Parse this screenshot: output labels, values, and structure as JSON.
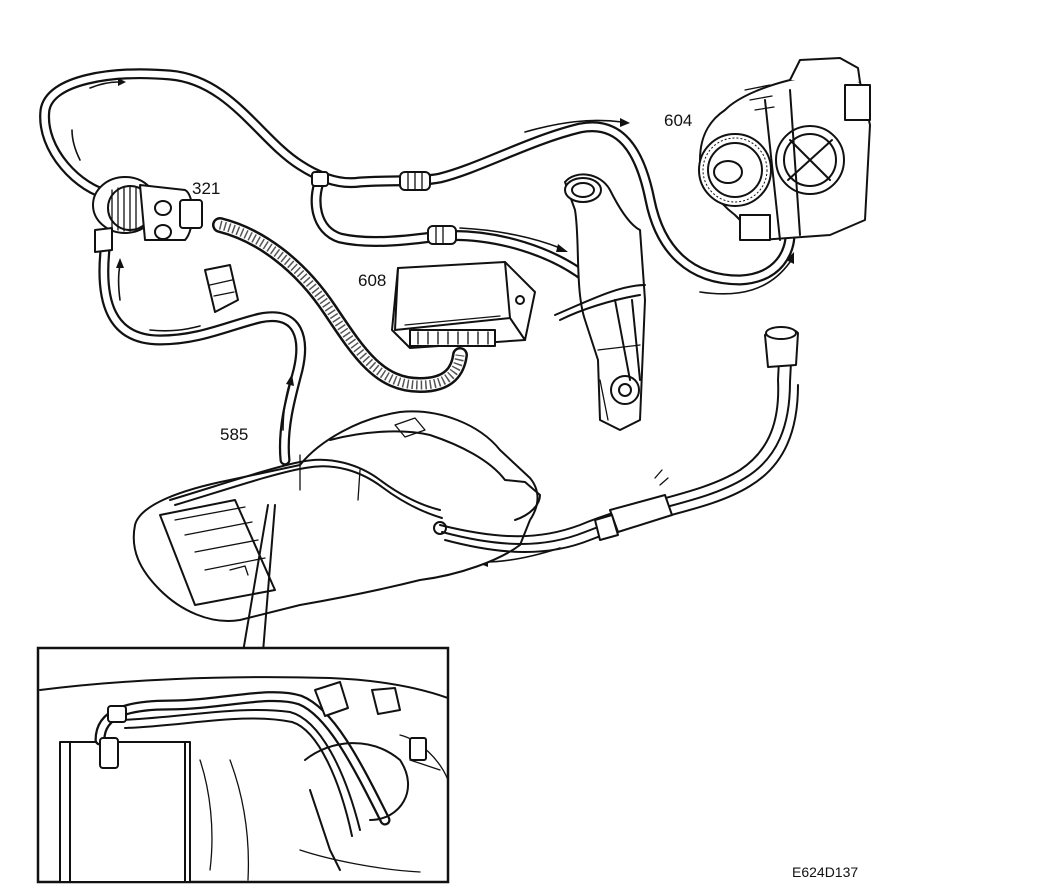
{
  "diagram": {
    "labels": {
      "canister_valve": "321",
      "throttle_body": "604",
      "control_module": "608",
      "fuel_tank": "585"
    },
    "reference_code": "E624D137"
  }
}
